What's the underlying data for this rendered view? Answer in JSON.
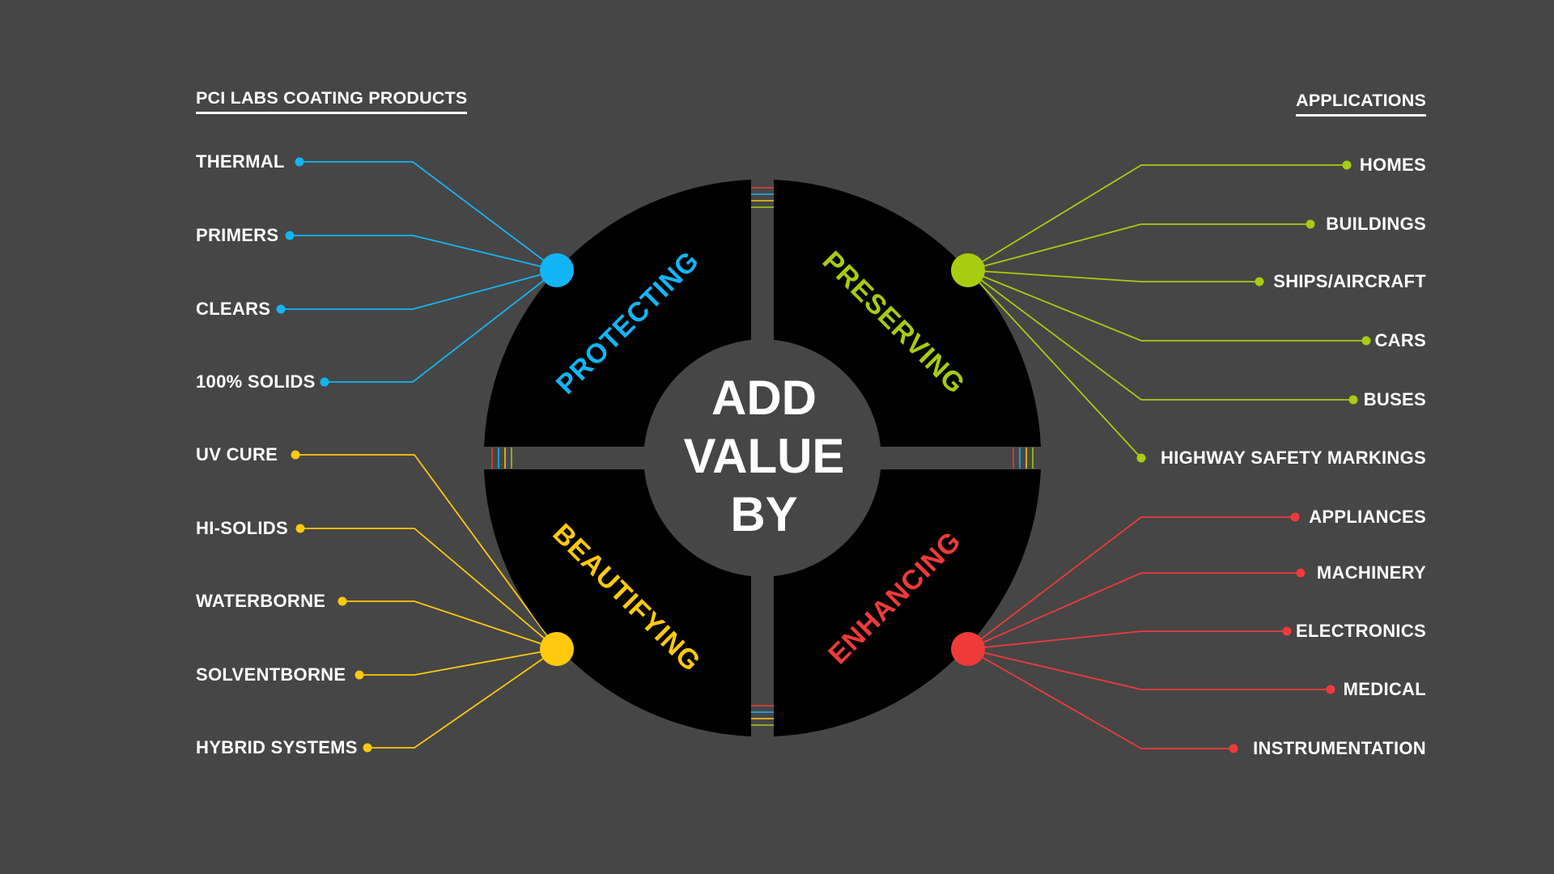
{
  "headings": {
    "left": "PCI LABS COATING PRODUCTS",
    "right": "APPLICATIONS"
  },
  "center": {
    "lines": [
      "ADD",
      "VALUE",
      "BY"
    ]
  },
  "quadrants": [
    {
      "key": "protecting",
      "label": "PROTECTING",
      "color": "#12b5f5"
    },
    {
      "key": "preserving",
      "label": "PRESERVING",
      "color": "#a8cc10"
    },
    {
      "key": "beautifying",
      "label": "BEAUTIFYING",
      "color": "#ffc90e"
    },
    {
      "key": "enhancing",
      "label": "ENHANCING",
      "color": "#f03a3a"
    }
  ],
  "products": {
    "protecting": [
      "THERMAL",
      "PRIMERS",
      "CLEARS",
      "100% SOLIDS"
    ],
    "beautifying": [
      "UV CURE",
      "HI-SOLIDS",
      "WATERBORNE",
      "SOLVENTBORNE",
      "HYBRID SYSTEMS"
    ]
  },
  "applications": {
    "preserving": [
      "HOMES",
      "BUILDINGS",
      "SHIPS/AIRCRAFT",
      "CARS",
      "BUSES",
      "HIGHWAY SAFETY MARKINGS"
    ],
    "enhancing": [
      "APPLIANCES",
      "MACHINERY",
      "ELECTRONICS",
      "MEDICAL",
      "INSTRUMENTATION"
    ]
  }
}
